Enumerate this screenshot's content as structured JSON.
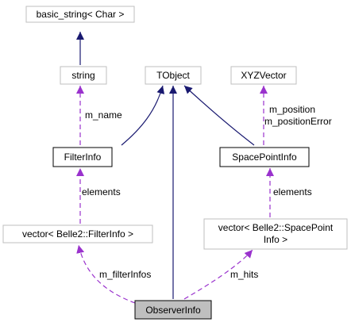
{
  "nodes": {
    "basic_string": {
      "label": "basic_string< Char >",
      "style": "external"
    },
    "string": {
      "label": "string",
      "style": "external"
    },
    "tobject": {
      "label": "TObject",
      "style": "external"
    },
    "xyzvector": {
      "label": "XYZVector",
      "style": "external"
    },
    "filterinfo": {
      "label": "FilterInfo",
      "style": "class"
    },
    "spacepointinfo": {
      "label": "SpacePointInfo",
      "style": "class"
    },
    "vector_filterinfo": {
      "label": "vector< Belle2::FilterInfo >",
      "style": "external"
    },
    "vector_spacepoint": {
      "label_line1": "vector< Belle2::SpacePoint",
      "label_line2": "Info >",
      "style": "external"
    },
    "observerinfo": {
      "label": "ObserverInfo",
      "style": "focus"
    }
  },
  "edges": {
    "string_to_basic": {
      "type": "inheritance"
    },
    "filterinfo_to_tobject": {
      "type": "inheritance"
    },
    "observerinfo_to_tobject": {
      "type": "inheritance"
    },
    "spacepointinfo_to_tobject": {
      "type": "inheritance"
    },
    "filterinfo_string": {
      "type": "usage",
      "label": "m_name"
    },
    "spacepointinfo_xyz": {
      "type": "usage",
      "label_line1": "m_position",
      "label_line2": "m_positionError"
    },
    "vectorfilter_filterinfo": {
      "type": "usage",
      "label": "elements"
    },
    "vectorspace_spacepointinfo": {
      "type": "usage",
      "label": "elements"
    },
    "observer_vectorfilter": {
      "type": "usage",
      "label": "m_filterInfos"
    },
    "observer_vectorspace": {
      "type": "usage",
      "label": "m_hits"
    }
  },
  "colors": {
    "inheritance": "#191970",
    "usage": "#9a32cd",
    "external_border": "#bfbfbf",
    "class_border": "#000000",
    "focus_fill": "#bfbfbf"
  }
}
